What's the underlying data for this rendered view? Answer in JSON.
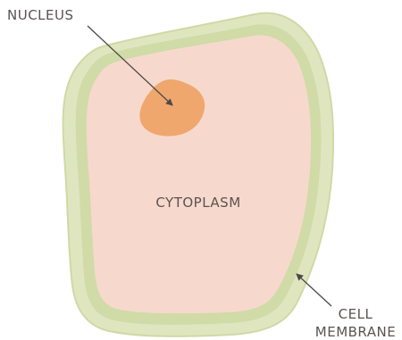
{
  "diagram": {
    "labels": {
      "nucleus": "NUCLEUS",
      "cytoplasm": "CYTOPLASM",
      "cell_line1": "CELL",
      "cell_line2": "MEMBRANE"
    },
    "colors": {
      "membrane_outer": "#dfe6bf",
      "membrane_inner": "#c9d69e",
      "cytoplasm": "#f6d9cc",
      "nucleus": "#efa76d",
      "label_text": "#5a5352",
      "arrow": "#4d4948"
    }
  }
}
